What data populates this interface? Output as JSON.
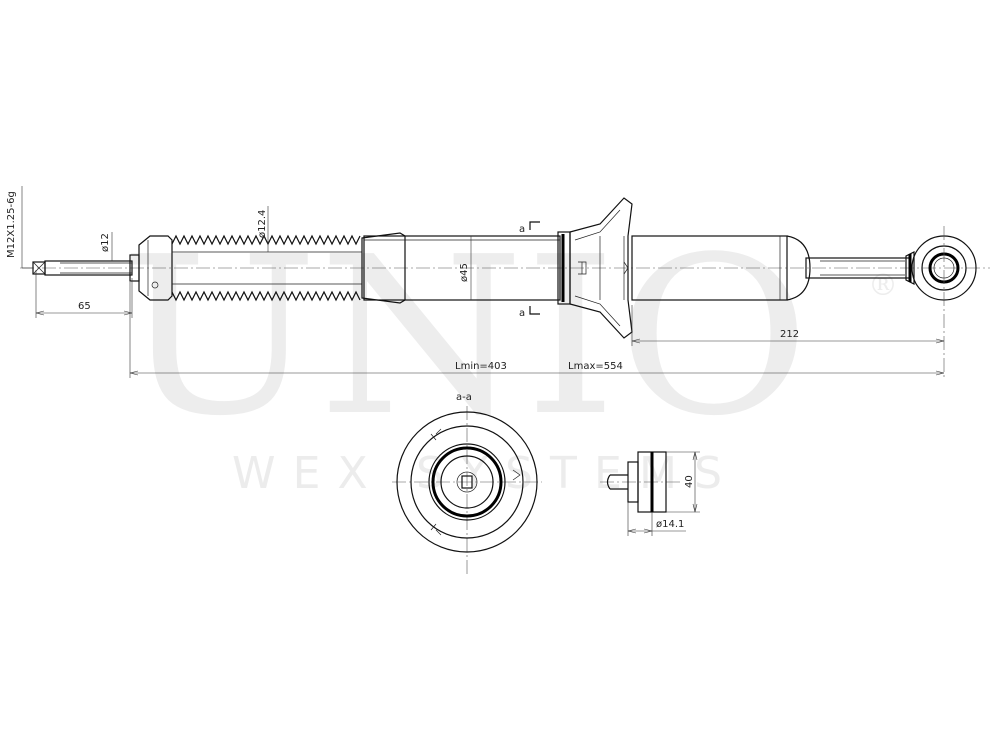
{
  "watermark": {
    "brand": "UNIO",
    "registered": "®",
    "tagline": "WEX    SYSTEMS"
  },
  "dimensions": {
    "thread": "M12X1.25-6g",
    "rod_diameter": "ø12",
    "boot_diameter": "ø12.4",
    "body_diameter": "ø45",
    "thread_length": "65",
    "eye_to_mount": "212",
    "l_min": "Lmin=403",
    "l_max": "Lmax=554",
    "eye_height": "40",
    "eye_bore": "ø14.1"
  },
  "section": {
    "label": "a-a",
    "marker_top": "a",
    "marker_bottom": "a"
  }
}
